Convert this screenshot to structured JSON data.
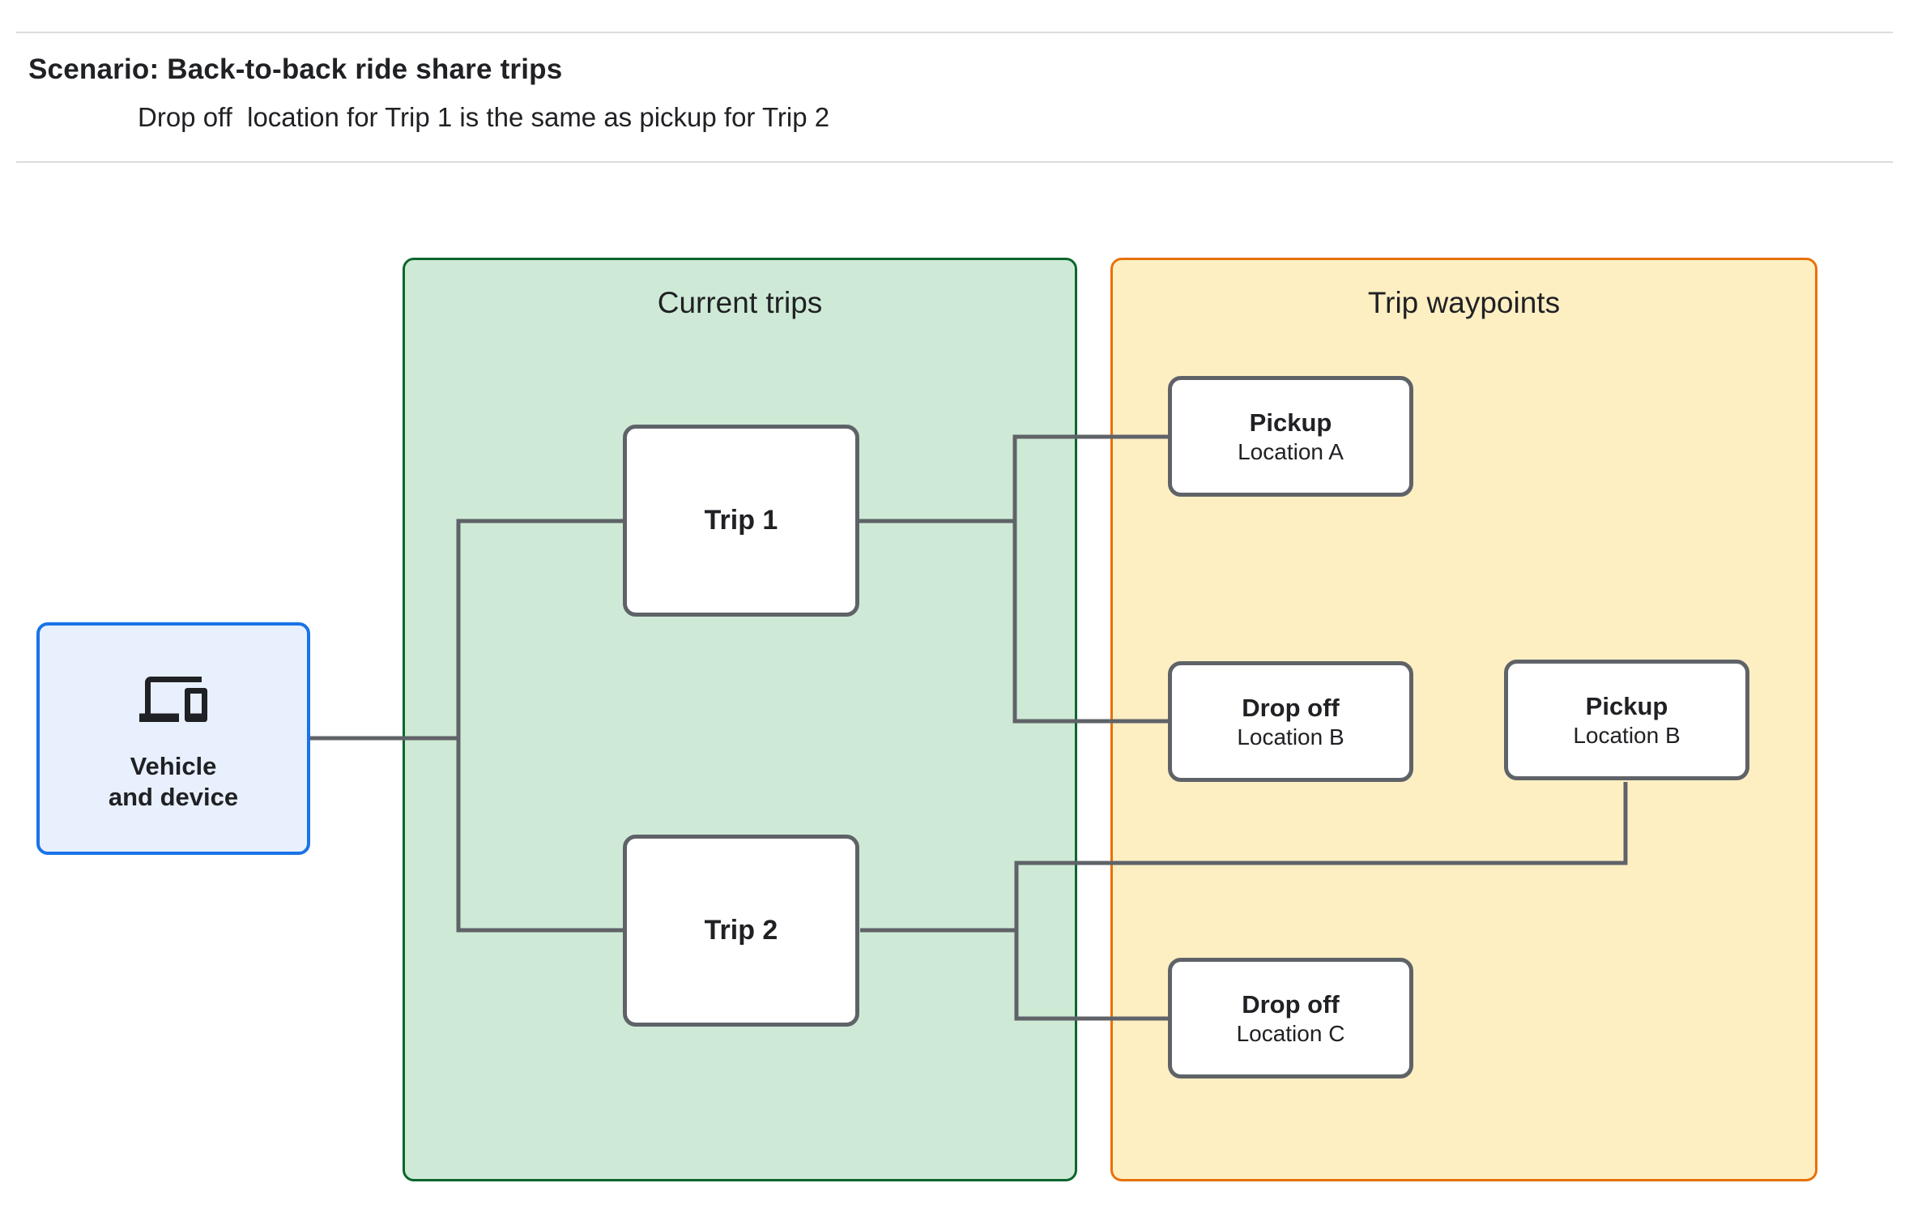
{
  "header": {
    "title": "Scenario: Back-to-back ride share trips",
    "subtitle": "Drop off  location for Trip 1 is the same as pickup for Trip 2"
  },
  "vehicle_node": {
    "icon": "devices-icon",
    "label_line1": "Vehicle",
    "label_line2": "and device"
  },
  "panels": {
    "current_trips": {
      "title": "Current trips",
      "fill": "#ceead6",
      "border": "#0d652d"
    },
    "trip_waypoints": {
      "title": "Trip waypoints",
      "fill": "#feefc3",
      "border": "#e8710a"
    }
  },
  "trips": [
    {
      "label": "Trip 1"
    },
    {
      "label": "Trip 2"
    }
  ],
  "waypoints": [
    {
      "type": "Pickup",
      "location": "Location A"
    },
    {
      "type": "Drop off",
      "location": "Location B"
    },
    {
      "type": "Pickup",
      "location": "Location B"
    },
    {
      "type": "Drop off",
      "location": "Location C"
    }
  ],
  "colors": {
    "text": "#202124",
    "divider": "#dadce0",
    "node_border": "#5f6368",
    "connector": "#5f6368",
    "vehicle_fill": "#e8f0fe",
    "vehicle_border": "#1a73e8"
  }
}
